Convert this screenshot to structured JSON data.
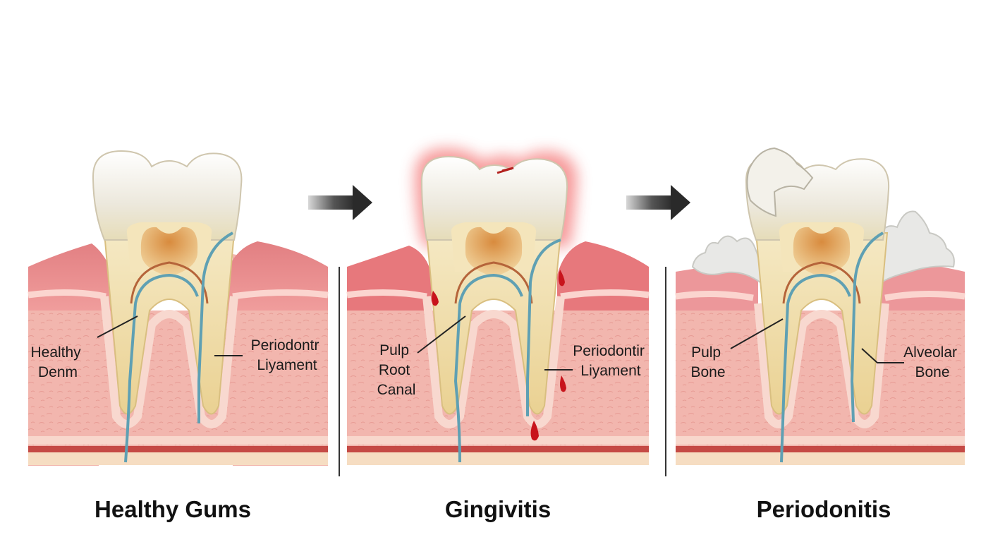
{
  "panels": [
    {
      "caption": "Healthy Gums",
      "left_label": [
        "Healthy",
        "Denm"
      ],
      "right_label": [
        "Periodontr",
        "Liyament"
      ]
    },
    {
      "caption": "Gingivitis",
      "left_label": [
        "Pulp",
        "Root",
        "Canal"
      ],
      "right_label": [
        "Periodontir",
        "Liyament"
      ]
    },
    {
      "caption": "Periodonitis",
      "left_label": [
        "Pulp",
        "Bone"
      ],
      "right_label": [
        "Alveolar",
        "Bone"
      ]
    }
  ],
  "colors": {
    "gum": "#e88f90",
    "gum_light": "#f7c6c2",
    "bone": "#f2b3ad",
    "enamel": "#f1eee6",
    "dentin": "#f3e2b0",
    "pulp": "#e9a25c",
    "nerve": "#5fa0b3",
    "blood": "#c8141c",
    "inflammation": "#f0484a",
    "tartar": "#e6e6e4",
    "arrow": "#333333"
  },
  "icons": [
    "arrow-right-icon",
    "arrow-right-icon"
  ]
}
